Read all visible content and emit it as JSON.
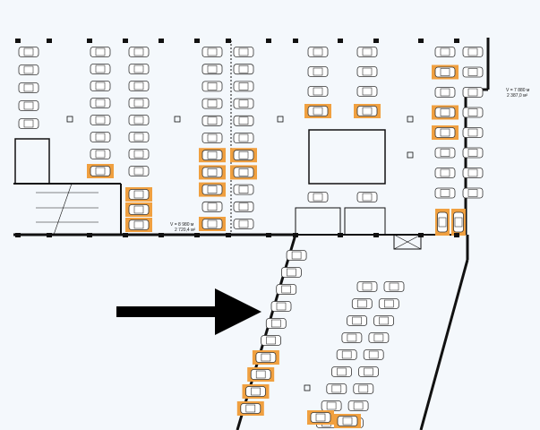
{
  "plan": {
    "zone_left": {
      "volume": "V = 8 980 м",
      "area": "2 720,4 м²"
    },
    "zone_right": {
      "volume": "V = 7 880 м",
      "area": "2 387,0 м²"
    }
  },
  "colors": {
    "background": "#f4f8fc",
    "wall": "#111111",
    "highlight": "#f0a040",
    "car_outline": "#333333"
  }
}
